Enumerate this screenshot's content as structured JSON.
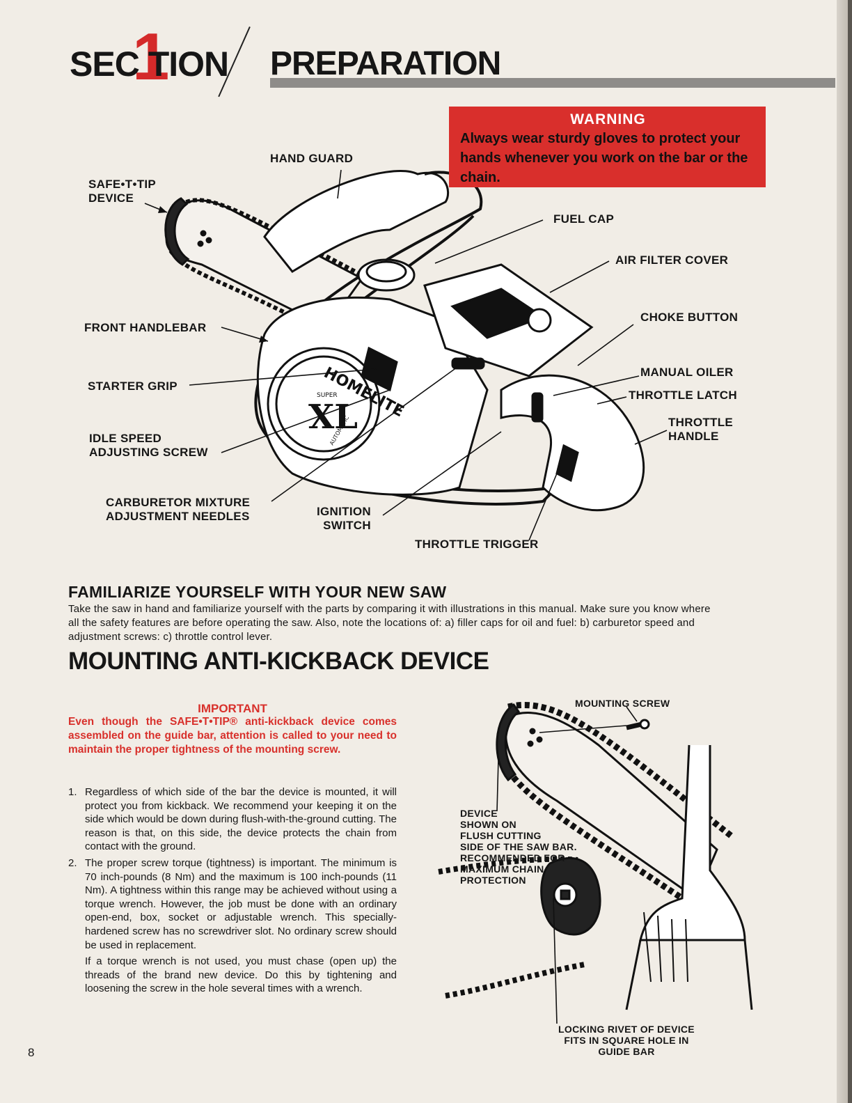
{
  "header": {
    "section_word": "SEC TION",
    "section_number": "1",
    "section_title": "PREPARATION"
  },
  "warning": {
    "title": "WARNING",
    "text": "Always wear sturdy gloves to protect your hands whenever you work on the bar or the chain."
  },
  "diagram": {
    "labels": {
      "hand_guard": "HAND GUARD",
      "safe_t_tip": "SAFE•T•TIP\nDEVICE",
      "fuel_cap": "FUEL CAP",
      "air_filter_cover": "AIR FILTER COVER",
      "choke_button": "CHOKE BUTTON",
      "front_handlebar": "FRONT HANDLEBAR",
      "manual_oiler": "MANUAL OILER",
      "throttle_latch": "THROTTLE LATCH",
      "starter_grip": "STARTER GRIP",
      "throttle_handle": "THROTTLE\nHANDLE",
      "idle_speed": "IDLE SPEED\nADJUSTING SCREW",
      "carburetor": "CARBURETOR MIXTURE\nADJUSTMENT NEEDLES",
      "ignition_switch": "IGNITION\nSWITCH",
      "throttle_trigger": "THROTTLE TRIGGER"
    },
    "brand": {
      "name": "HOMELITE",
      "model": "XL",
      "super": "SUPER",
      "auto": "AUTOMATIC"
    }
  },
  "familiarize": {
    "heading": "FAMILIARIZE YOURSELF WITH YOUR NEW SAW",
    "text": "Take the saw in hand and familiarize yourself with the parts by comparing it with illustrations in this manual. Make sure you know where all the safety features are before operating the saw. Also, note the locations of: a) filler caps for oil and fuel: b) carburetor speed and adjustment screws: c) throttle control lever."
  },
  "mounting": {
    "heading": "MOUNTING ANTI-KICKBACK DEVICE",
    "important_heading": "IMPORTANT",
    "important_text": "Even though the SAFE•T•TIP® anti-kickback device comes assembled on the guide bar, attention is called to your need to maintain the proper tightness of the mounting screw.",
    "steps": [
      {
        "num": "1.",
        "text": "Regardless of which side of the bar the device is mounted, it will protect you from kickback. We recommend your keeping it on the side which would be down during flush-with-the-ground cutting. The reason is that, on this side, the device protects the chain from contact with the ground."
      },
      {
        "num": "2.",
        "text": "The proper screw torque (tightness) is important. The minimum is 70 inch-pounds (8 Nm) and the maximum is 100 inch-pounds (11 Nm). A tightness within this range may be achieved without using a torque wrench. However, the job must be done with an ordinary open-end, box, socket or adjustable wrench. This specially-hardened screw has no screwdriver slot. No ordinary screw should be used in replacement.",
        "extra": "If a torque wrench is not used, you must chase (open up) the threads of the brand new device. Do this by tightening and loosening the screw in the hole several times with a wrench."
      }
    ],
    "diagram_labels": {
      "mounting_screw": "MOUNTING SCREW",
      "device_shown": "DEVICE\nSHOWN ON\nFLUSH CUTTING\nSIDE OF THE SAW BAR.\nRECOMMENDED FOR\nMAXIMUM CHAIN\nPROTECTION",
      "locking_rivet": "LOCKING RIVET OF DEVICE\nFITS IN SQUARE HOLE IN\nGUIDE BAR"
    }
  },
  "page_number": "8",
  "colors": {
    "accent_red": "#d92f2c",
    "rule_gray": "#8e8c89"
  }
}
